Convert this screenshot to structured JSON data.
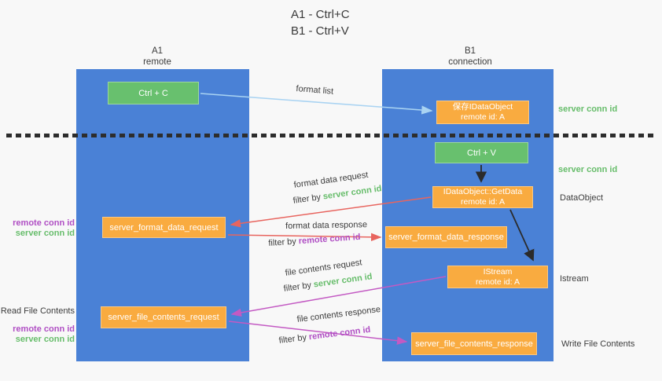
{
  "colors": {
    "background": "#f8f8f8",
    "blue": "#4a81d6",
    "green": "#68c06e",
    "orange": "#f9ab40",
    "arrow_blue": "#a9d3f2",
    "arrow_red": "#e8655f",
    "arrow_magenta": "#c35ac3",
    "arrow_black": "#2b2b2b",
    "text_green": "#67bd6b",
    "text_purple": "#b04fc4",
    "text_dark": "#3c3c3c"
  },
  "title": {
    "line1": "A1 - Ctrl+C",
    "line2": "B1 - Ctrl+V"
  },
  "lifelines": {
    "left": {
      "name": "A1",
      "role": "remote"
    },
    "right": {
      "name": "B1",
      "role": "connection"
    }
  },
  "nodes": {
    "ctrl_c": "Ctrl + C",
    "ctrl_v": "Ctrl + V",
    "save_dataobject": {
      "line1": "保存IDataObject",
      "line2": "remote id: A"
    },
    "getdata": {
      "line1": "IDataObject::GetData",
      "line2": "remote id: A"
    },
    "istream": {
      "line1": "IStream",
      "line2": "remote id: A"
    },
    "format_request": "server_format_data_request",
    "format_response": "server_format_data_response",
    "file_request": "server_file_contents_request",
    "file_response": "server_file_contents_response"
  },
  "arrow_labels": {
    "format_list": "format list",
    "format_data_request": "format data request",
    "format_data_response": "format data response",
    "file_contents_request": "file contents request",
    "file_contents_response": "file contents response",
    "filter_by": "filter by",
    "server_conn_id": "server conn id",
    "remote_conn_id": "remote conn id"
  },
  "side_labels": {
    "server_conn_id_top": "server conn id",
    "server_conn_id_mid": "server conn id",
    "dataobject": "DataObject",
    "istream": "Istream",
    "write_file_contents": "Write File Contents",
    "read_file_contents": "Read File Contents",
    "remote_conn_id_format": "remote conn id",
    "server_conn_id_format": "server conn id",
    "remote_conn_id_file": "remote conn id",
    "server_conn_id_file": "server conn id"
  }
}
